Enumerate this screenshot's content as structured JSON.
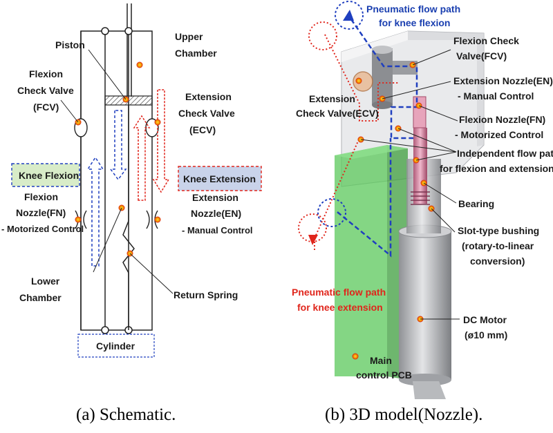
{
  "colors": {
    "flexion_blue": "#1f3fbf",
    "extension_red": "#e0251b",
    "marker_orange": "#f2a300",
    "marker_red": "#e02a1a",
    "knee_flexion_bg": "#d8ecc8",
    "knee_extension_bg": "#c9d3ea",
    "pcb_green": "#5bc85b"
  },
  "schematic": {
    "caption": "(a) Schematic.",
    "piston": "Piston",
    "upper_chamber": [
      "Upper",
      "Chamber"
    ],
    "fcv": [
      "Flexion",
      "Check Valve",
      "(FCV)"
    ],
    "ecv": [
      "Extension",
      "Check Valve",
      "(ECV)"
    ],
    "knee_flexion": "Knee Flexion",
    "knee_extension": "Knee Extension",
    "fn": [
      "Flexion",
      "Nozzle(FN)",
      "- Motorized Control"
    ],
    "en": [
      "Extension",
      "Nozzle(EN)",
      "- Manual Control"
    ],
    "lower_chamber": [
      "Lower",
      "Chamber"
    ],
    "return_spring": "Return Spring",
    "cylinder": "Cylinder"
  },
  "model": {
    "caption": "(b) 3D model(Nozzle).",
    "flexion_path": [
      "Pneumatic flow path",
      "for knee flexion"
    ],
    "extension_path": [
      "Pneumatic flow path",
      "for knee extension"
    ],
    "fcv": [
      "Flexion Check",
      "Valve(FCV)"
    ],
    "ecv": [
      "Extension",
      "Check Valve(ECV)"
    ],
    "en": [
      "Extension Nozzle(EN)",
      "- Manual Control"
    ],
    "fn": [
      "Flexion Nozzle(FN)",
      "- Motorized Control"
    ],
    "independent": [
      "Independent flow path",
      "for flexion and extension"
    ],
    "bearing": "Bearing",
    "bushing": [
      "Slot-type bushing",
      "(rotary-to-linear",
      "conversion)"
    ],
    "motor": [
      "DC Motor",
      "(ø10 mm)"
    ],
    "pcb": [
      "Main",
      "control PCB"
    ]
  }
}
